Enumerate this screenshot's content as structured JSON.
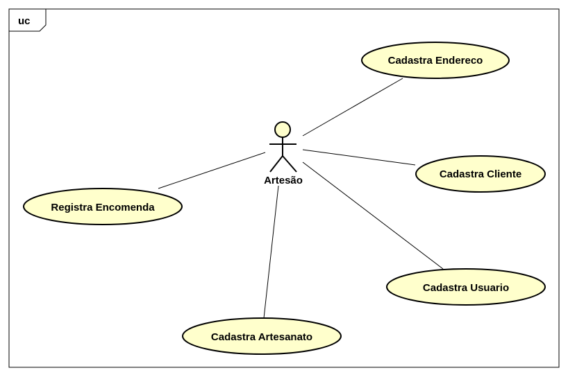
{
  "frame": {
    "label": "uc"
  },
  "actor": {
    "name": "Artesão"
  },
  "use_cases": [
    {
      "id": "endereco",
      "label": "Cadastra Endereco"
    },
    {
      "id": "cliente",
      "label": "Cadastra Cliente"
    },
    {
      "id": "usuario",
      "label": "Cadastra Usuario"
    },
    {
      "id": "artesanato",
      "label": "Cadastra Artesanato"
    },
    {
      "id": "encomenda",
      "label": "Registra Encomenda"
    }
  ],
  "colors": {
    "use_case_fill": "#ffffcc",
    "stroke": "#000000",
    "background": "#ffffff"
  }
}
